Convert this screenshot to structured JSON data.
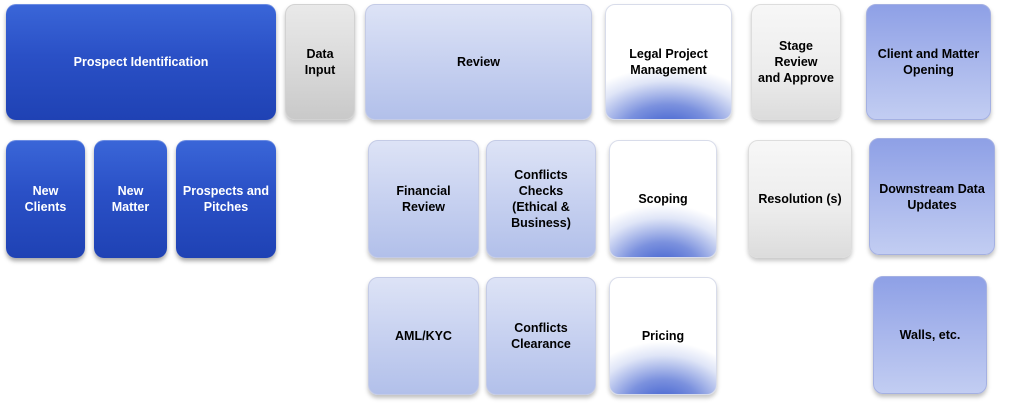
{
  "diagram": {
    "top_row": {
      "prospect_identification": "Prospect Identification",
      "data_input": "Data\nInput",
      "review": "Review",
      "legal_project_management": "Legal Project\nManagement",
      "stage_review": "Stage Review\nand Approve",
      "client_matter_opening": "Client and Matter\nOpening"
    },
    "row2": {
      "new_clients": "New\nClients",
      "new_matter": "New\nMatter",
      "prospects_pitches": "Prospects and\nPitches",
      "financial_review": "Financial\nReview",
      "conflicts_checks": "Conflicts Checks\n(Ethical &\nBusiness)",
      "scoping": "Scoping",
      "resolutions": "Resolution (s)",
      "downstream_updates": "Downstream Data\nUpdates"
    },
    "row3": {
      "aml_kyc": "AML/KYC",
      "conflicts_clearance": "Conflicts\nClearance",
      "pricing": "Pricing",
      "walls": "Walls, etc."
    }
  },
  "colors": {
    "dark_blue": "#2a50c6",
    "grey": "#dcdcdc",
    "pale_blue": "#c7d1f0",
    "periwinkle": "#a9b7ec",
    "glow_blue": "#3355cc"
  }
}
